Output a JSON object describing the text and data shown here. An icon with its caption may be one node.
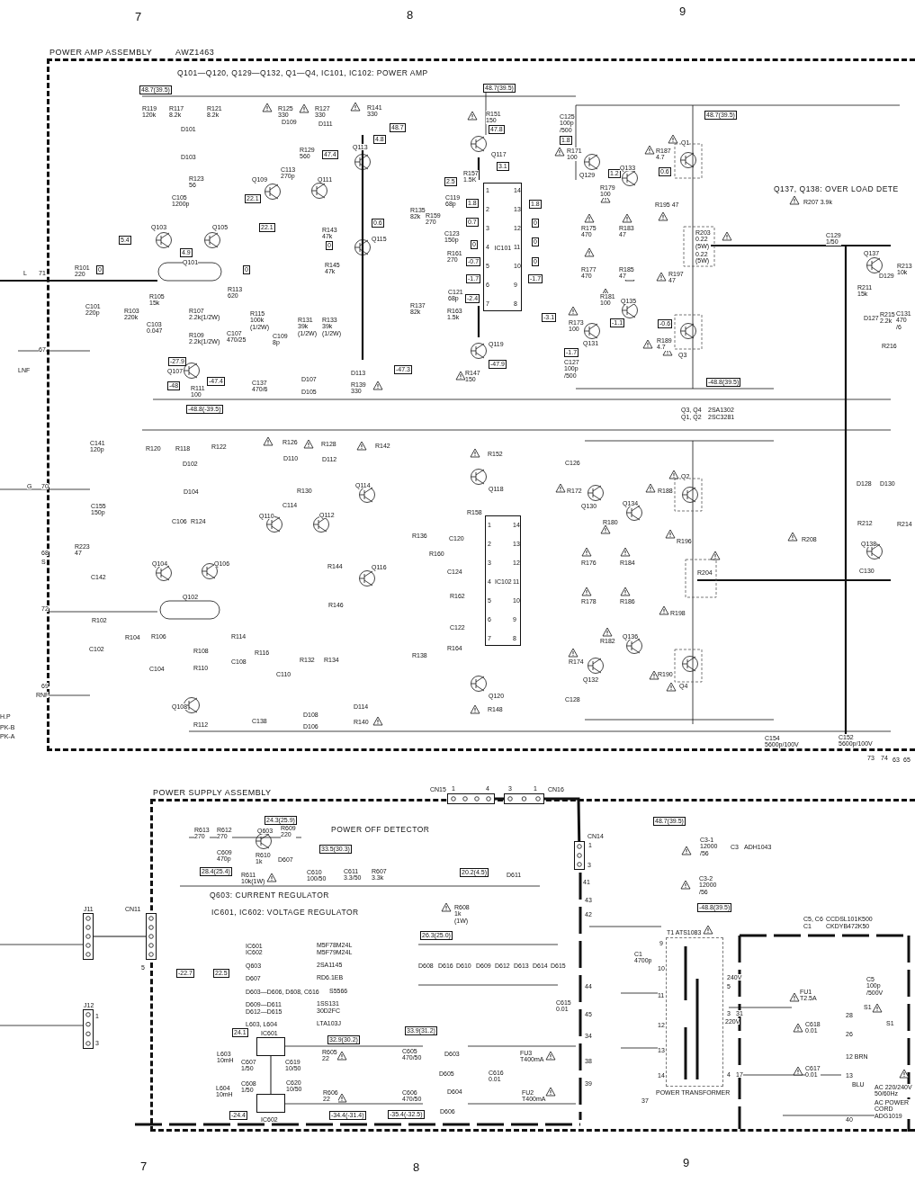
{
  "diagram": {
    "nodes": [
      {
        "text": [
          "POWER AMP ASSEMBLY",
          "AWZ1463"
        ]
      },
      {
        "text": [
          "IC101",
          "1",
          "2",
          "3",
          "4",
          "5",
          "6",
          "7",
          "14",
          "13",
          "12",
          "11",
          "10",
          "9",
          "8"
        ],
        "in": 0
      },
      {
        "text": [
          "IC102",
          "1",
          "2",
          "3",
          "4",
          "5",
          "6",
          "7",
          "14",
          "13",
          "12",
          "11",
          "10",
          "9",
          "8"
        ],
        "in": 0
      },
      {
        "text": [
          "POWER SUPPLY ASSEMBLY"
        ]
      },
      {
        "text": [
          "CN15"
        ]
      },
      {
        "text": [
          "CN16"
        ]
      },
      {
        "text": [
          "CN14"
        ],
        "in": 3
      },
      {
        "text": [
          "CN11"
        ]
      },
      {
        "text": [
          "J11"
        ]
      },
      {
        "text": [
          "J12"
        ]
      },
      {
        "text": [
          "IC601"
        ],
        "in": 3
      },
      {
        "text": [
          "IC602"
        ],
        "in": 3
      },
      {
        "text": [
          "T1 ATS1083",
          "POWER TRANSFORMER"
        ],
        "in": 3
      }
    ],
    "edges": [
      {
        "from": 4,
        "to": 5,
        "arrow": "none",
        "style": "thick"
      },
      {
        "from": 5,
        "to": 6,
        "arrow": "none",
        "style": "thick"
      },
      {
        "from": 8,
        "to": 7,
        "arrow": "none"
      },
      {
        "from": 10,
        "to": 11,
        "arrow": "none"
      }
    ],
    "labels": [
      "7",
      "8",
      "9",
      "Q101—Q120, Q129—Q132, Q1—Q4, IC101, IC102: POWER AMP",
      "48.7(39.5)",
      "R119 120k",
      "R117 8.2k",
      "R121 8.2k",
      "R125 330",
      "D109",
      "R127 330",
      "D111",
      "R141 330",
      "48.7",
      "4.8",
      "D101",
      "D103",
      "R129 560",
      "47.4",
      "Q113",
      "R123 56",
      "C105 1200p",
      "C113 270p",
      "Q109",
      "Q111",
      "22.1",
      "22.1",
      "Q103",
      "Q105",
      "5.4",
      "4.9",
      "Q101",
      "L",
      "71",
      "R101 220",
      "0",
      "0",
      "R113 620",
      "R105 15k",
      "C101 220p",
      "R103 220k",
      "R107 2.2k(1/2W)",
      "R115 100k (1/2W)",
      "C103 0.047",
      "R109 2.2k(1/2W)",
      "C107 470/25",
      "C109 8p",
      "R131 39k (1/2W)",
      "R133 39k (1/2W)",
      "67",
      "LNF",
      "-27.9",
      "Q107",
      "-47.4",
      "-48",
      "R111 100",
      "C137 470/6",
      "D107",
      "D105",
      "-48.8(-39.5)",
      "R143 47k",
      "0",
      "R145 47k",
      "0.6",
      "Q115",
      "R135 82k",
      "R137 82k",
      "-47.3",
      "D113",
      "R139 330",
      "R157 1.5K",
      "2.5",
      "C119 68p",
      "1.8",
      "R159 270",
      "0.7",
      "C123 150p",
      "0",
      "R161 270",
      "-0.7",
      "-1.7",
      "C121 68p",
      "-2.4",
      "R163 1.5k",
      "R147 150",
      "48.7(39.5)",
      "R151 150",
      "47.8",
      "Q117",
      "3.1",
      "1.8",
      "0",
      "0",
      "0",
      "-1.7",
      "-3.1",
      "C125 100p /500",
      "1.8",
      "R171 100",
      "Q129",
      "1.2",
      "Q133",
      "R179 100",
      "R187 4.7",
      "0.6",
      "Q1",
      "48.7(39.5)",
      "R195 47",
      "Q137, Q138: OVER LOAD DETE",
      "R207 3.9k",
      "R175 470",
      "R183 47",
      "R203 0.22 (5W)",
      "0.22 (5W)",
      "C129 1/50",
      "Q137",
      "R213 10k",
      "D129",
      "R211 15k",
      "R177 470",
      "R185 47",
      "R197 47",
      "D127",
      "R215 2.2k",
      "C131 470 /6",
      "R181 100",
      "Q135",
      "-1.1",
      "-0.6",
      "R173 100",
      "R189 4.7",
      "Q131",
      "Q3",
      "-1.7",
      "C127 100p /500",
      "R216",
      "Q119",
      "-47.9",
      "-48.8(39.5)",
      "Q3, Q4",
      "2SA1302",
      "Q1, Q2",
      "2SC3281",
      "C141 120p",
      "G",
      "70",
      "C155 150p",
      "R223 47",
      "68",
      "S",
      "C142",
      "72",
      "R102",
      "C102",
      "R104",
      "69",
      "RNF",
      "R120",
      "R118",
      "R122",
      "D102",
      "D104",
      "C106",
      "R124",
      "R126",
      "D110",
      "R128",
      "D112",
      "R142",
      "R130",
      "C114",
      "Q110",
      "Q112",
      "Q114",
      "Q104",
      "Q106",
      "Q102",
      "R106",
      "R108",
      "R114",
      "C108",
      "R116",
      "C110",
      "C104",
      "R110",
      "R144",
      "Q116",
      "R146",
      "R136",
      "R132",
      "R134",
      "R138",
      "Q108",
      "R112",
      "C138",
      "D108",
      "D106",
      "D114",
      "R140",
      "H.P",
      "PK-B",
      "PK-A",
      "R160",
      "C120",
      "C124",
      "R162",
      "C122",
      "R164",
      "R152",
      "Q118",
      "R158",
      "Q120",
      "R148",
      "C126",
      "R172",
      "Q130",
      "Q134",
      "R180",
      "R188",
      "Q2",
      "R196",
      "R208",
      "R176",
      "R184",
      "R204",
      "R178",
      "R186",
      "R198",
      "R182",
      "Q136",
      "R174",
      "Q132",
      "R190",
      "Q4",
      "C128",
      "D128",
      "D130",
      "R212",
      "R214",
      "Q138",
      "C130",
      "C154 5600p/100V",
      "C152 5600p/100V",
      "73",
      "74",
      "63",
      "65",
      "24.3(25.9)",
      "R613 270",
      "R612 270",
      "Q603",
      "R609 220",
      "POWER OFF DETECTOR",
      "C609 470p",
      "R610 1k",
      "D607",
      "33.5(30.3)",
      "28.4(25.4)",
      "R611 10k(1W)",
      "C610 100/50",
      "C611 3.3/50",
      "R607 3.3k",
      "20.2(4.5)",
      "D611",
      "Q603: CURRENT REGULATOR",
      "IC601, IC602: VOLTAGE REGULATOR",
      "R608 1k (1W)",
      "26.3(25.0)",
      "IC601",
      "IC602",
      "M5F78M24L",
      "M5F79M24L",
      "Q603",
      "2SA1145",
      "D607",
      "RD6.1EB",
      "D603—D606, D608, C616",
      "S5566",
      "D609—D611",
      "D612—D615",
      "1SS131",
      "30D2FC",
      "L603, L604",
      "LTA103J",
      "-22.7",
      "22.5",
      "D608",
      "D616",
      "D610",
      "D609",
      "D612",
      "D613",
      "D614",
      "D615",
      "C615 0.01",
      "24.1",
      "33.9(31.2)",
      "32.9(30.2)",
      "L603 10mH",
      "C607 1/50",
      "C619 10/50",
      "R605 22",
      "C605 470/50",
      "D603",
      "D605",
      "C616 0.01",
      "FU3 T400mA",
      "C608 1/50",
      "L604 10mH",
      "C620 10/50",
      "R606 22",
      "C606 470/50",
      "D604",
      "D606",
      "FU2 T400mA",
      "-24.4",
      "-34.4(-31.4)",
      "-35.4(-32.5)",
      "48.7(39.5)",
      "C3-1 12000 /56",
      "C3",
      "ADH1043",
      "C3-2 12000 /56",
      "41",
      "43",
      "42",
      "44",
      "45",
      "34",
      "38",
      "39",
      "37",
      "-48.8(39.5)",
      "C5, C6",
      "CCDSL101K500",
      "C1",
      "CKDYB472K50",
      "9",
      "10",
      "11",
      "12",
      "13",
      "14",
      "C1 4700p",
      "240V",
      "5",
      "3",
      "31",
      "220V",
      "4",
      "17",
      "FU1 T2.5A",
      "C618 0.01",
      "C617 0.01",
      "28",
      "26",
      "12 BRN",
      "13",
      "BLU",
      "40",
      "S1",
      "S1",
      "C5 100p /500V",
      "AC 220/240V 50/60Hz",
      "AC POWER CORD ADG1019",
      "7",
      "8",
      "9",
      "1",
      "4",
      "3",
      "1",
      "1",
      "3",
      "5",
      "1",
      "3"
    ]
  }
}
